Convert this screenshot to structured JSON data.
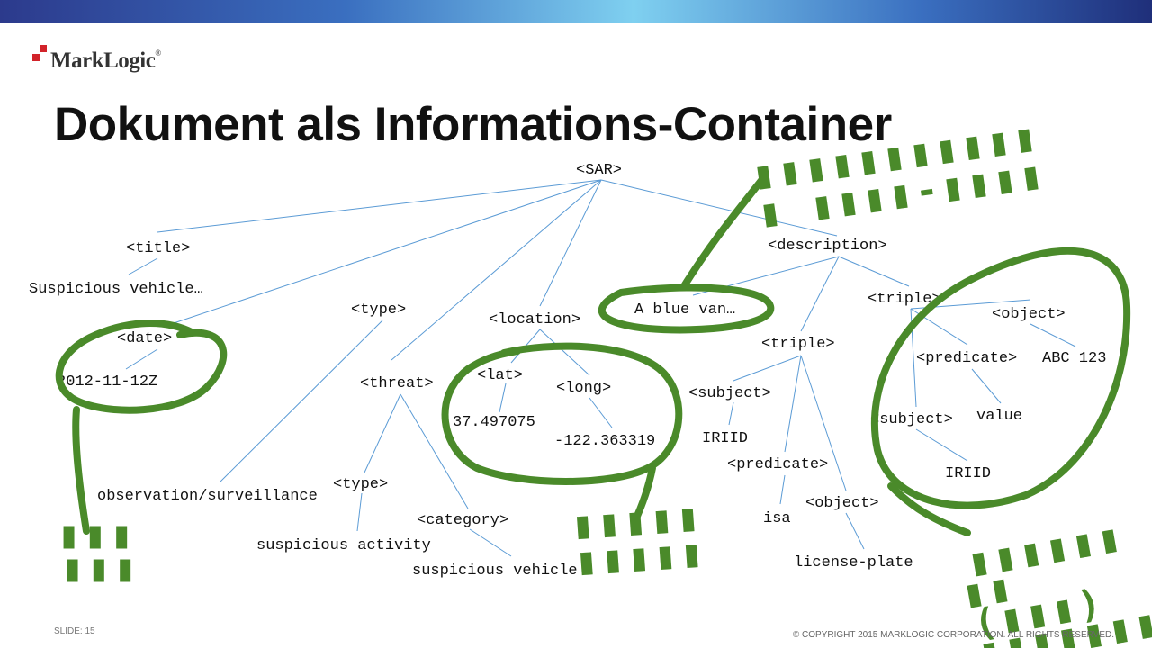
{
  "logo": {
    "word": "MarkLogic",
    "reg": "®"
  },
  "title": "Dokument als Informations-Container",
  "tree": {
    "root": "<SAR>",
    "title_tag": "<title>",
    "title_value": "Suspicious vehicle…",
    "date_tag": "<date>",
    "date_value": "2012-11-12Z",
    "type_tag": "<type>",
    "type_value": "observation/surveillance",
    "threat_tag": "<threat>",
    "threat_type_tag": "<type>",
    "threat_type_value": "suspicious activity",
    "category_tag": "<category>",
    "category_value": "suspicious vehicle",
    "location_tag": "<location>",
    "lat_tag": "<lat>",
    "lat_value": "37.497075",
    "long_tag": "<long>",
    "long_value": "-122.363319",
    "description_tag": "<description>",
    "description_text": "A blue van…",
    "triple1_tag": "<triple>",
    "t1_subject_tag": "<subject>",
    "t1_subject_value": "IRIID",
    "t1_predicate_tag": "<predicate>",
    "t1_predicate_value": "isa",
    "t1_object_tag": "<object>",
    "t1_object_value": "license-plate",
    "triple2_tag": "<triple>",
    "t2_object_tag": "<object>",
    "t2_object_value": "ABC 123",
    "t2_predicate_tag": "<predicate>",
    "t2_predicate_value": "value",
    "t2_subject_tag": "<subject>",
    "t2_subject_value": "IRIID"
  },
  "callouts": {
    "fulltext_line1": "▮▮▮▮▮▮▮▮▮▮▮",
    "fulltext_line2": "▮ ▮▮▮▮-▮▮▮▮",
    "date_line1": "▮▮▮",
    "date_line2": "▮▮▮",
    "geo_line1": "▮▮▮▮▮",
    "geo_line2": "▮▮▮▮▮",
    "triple_line1": "▮▮▮▮▮▮",
    "triple_line2": "▮▮",
    "triple_line3": "(▮▮▮)",
    "triple_line4": "▮▮▮▮▮▮▮"
  },
  "colors": {
    "edge": "#5b9bd5",
    "highlight": "#4a8a2a",
    "logo_red": "#d2232a"
  },
  "footer": {
    "slide": "SLIDE: 15",
    "copyright": "© COPYRIGHT 2015 MARKLOGIC CORPORATION. ALL RIGHTS RESERVED."
  }
}
